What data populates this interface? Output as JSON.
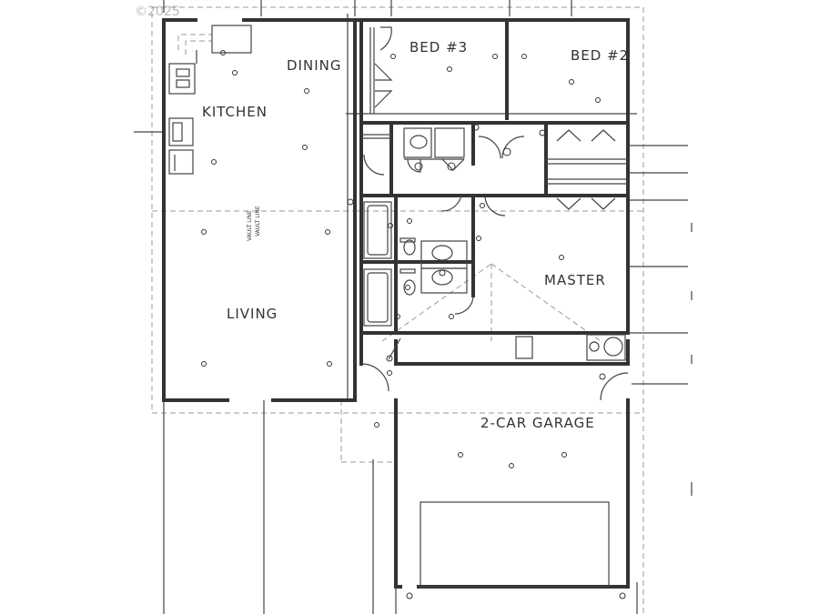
{
  "watermark": "©2025",
  "rooms": {
    "kitchen": "KITCHEN",
    "dining": "DINING",
    "living": "LIVING",
    "bed3": "BED #3",
    "bed2": "BED #2",
    "master": "MASTER",
    "garage": "2-CAR GARAGE"
  },
  "annotations": {
    "vault_line_1": "VAULT LINE",
    "vault_line_2": "VAULT LINE"
  }
}
